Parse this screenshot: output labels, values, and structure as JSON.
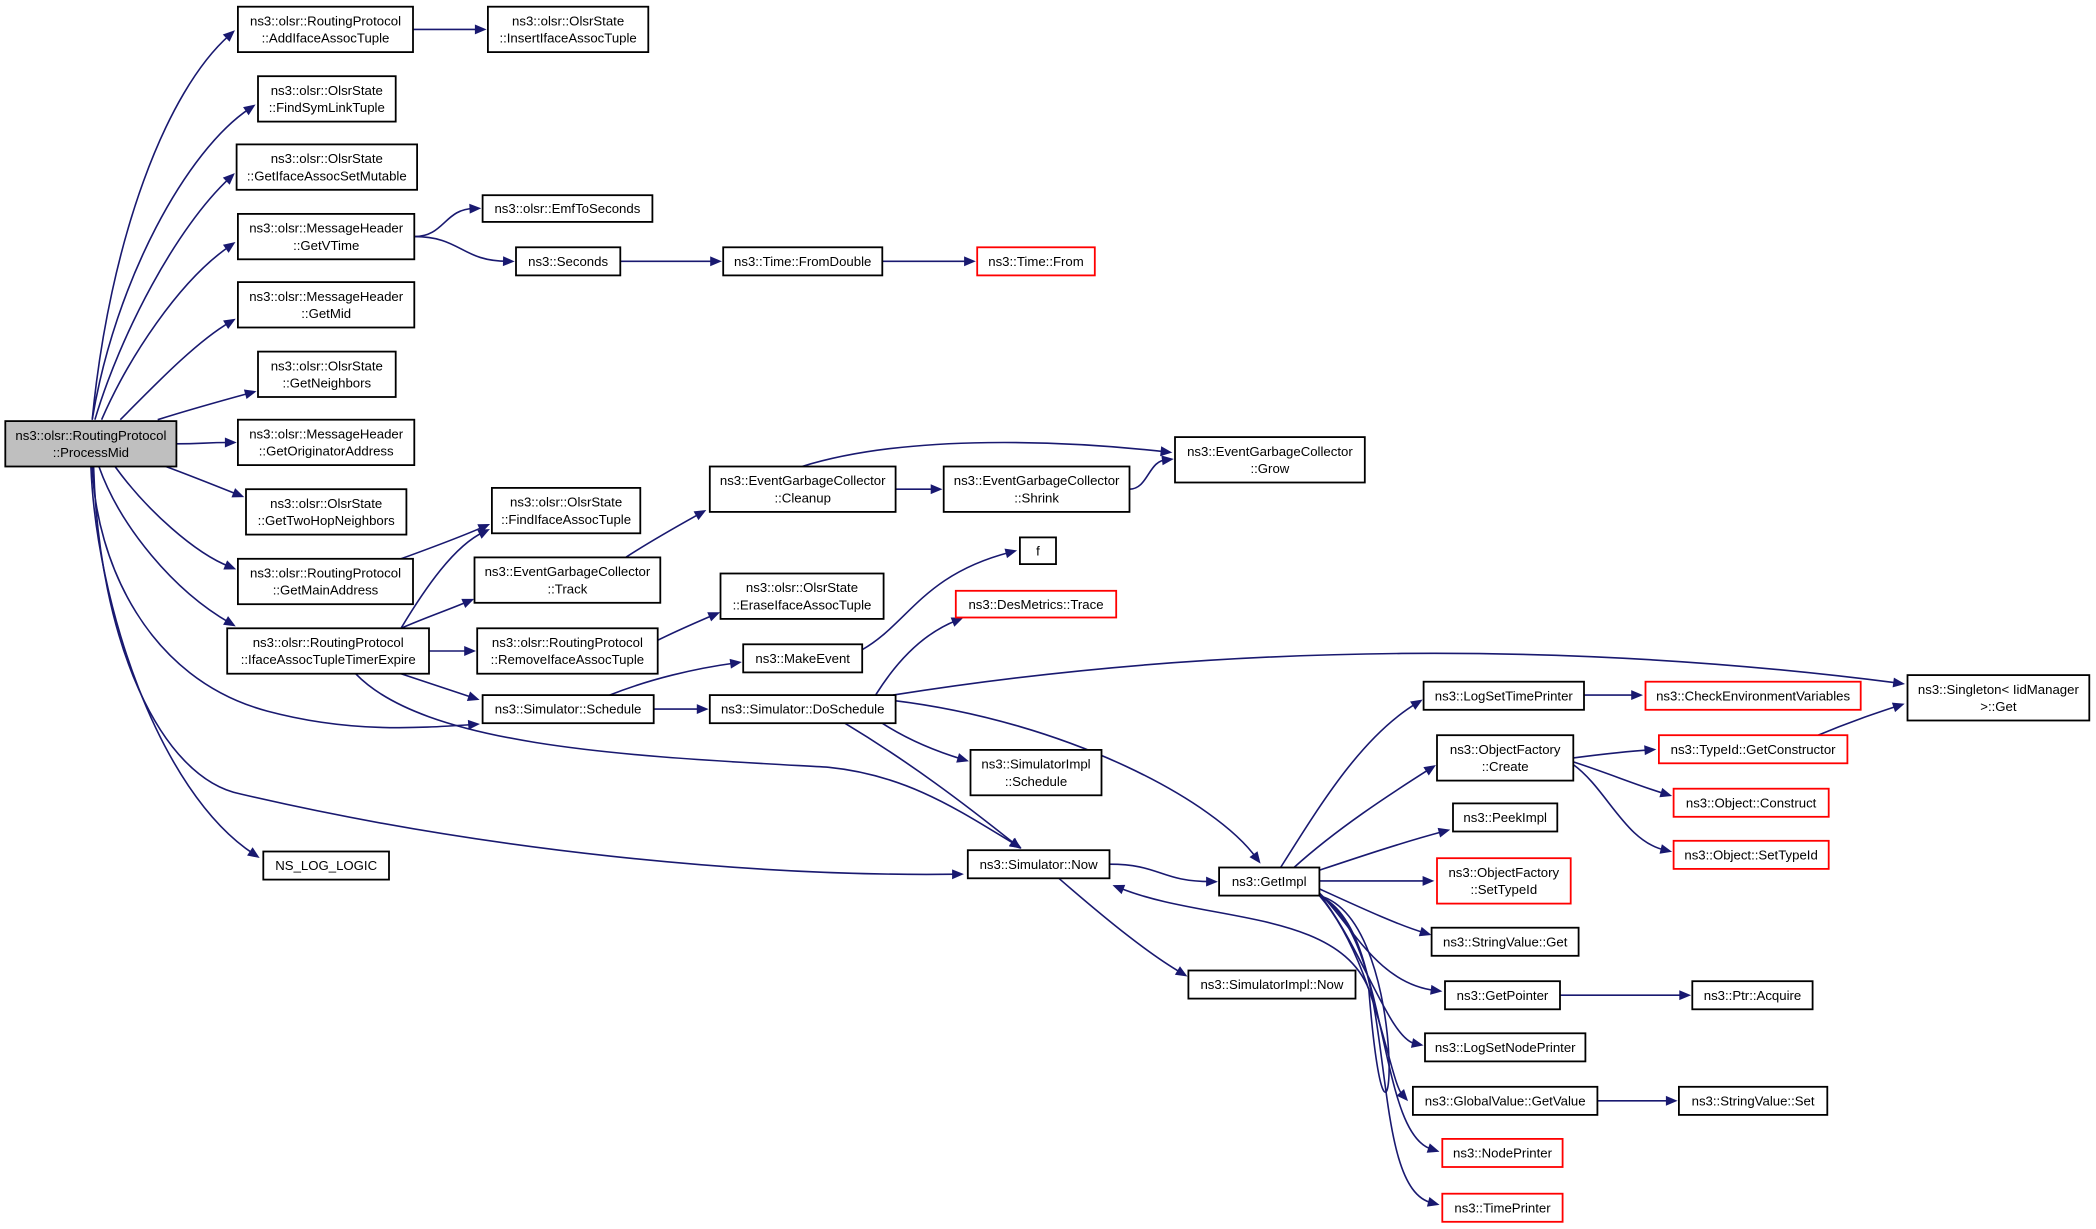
{
  "graph": {
    "colors": {
      "edge": "#191970",
      "root_fill": "#bfbfbf",
      "node_border": "#000000",
      "truncated_border": "#ff0000",
      "node_fill": "#ffffff",
      "text": "#000000"
    },
    "root": "ProcessMid",
    "nodes": [
      {
        "id": "ProcessMid",
        "lines": [
          "ns3::olsr::RoutingProtocol",
          "::ProcessMid"
        ],
        "root": true
      },
      {
        "id": "AddIfaceAssocTuple",
        "lines": [
          "ns3::olsr::RoutingProtocol",
          "::AddIfaceAssocTuple"
        ]
      },
      {
        "id": "InsertIfaceAssocTuple",
        "lines": [
          "ns3::olsr::OlsrState",
          "::InsertIfaceAssocTuple"
        ]
      },
      {
        "id": "FindSymLinkTuple",
        "lines": [
          "ns3::olsr::OlsrState",
          "::FindSymLinkTuple"
        ]
      },
      {
        "id": "GetIfaceAssocSetMutable",
        "lines": [
          "ns3::olsr::OlsrState",
          "::GetIfaceAssocSetMutable"
        ]
      },
      {
        "id": "GetVTime",
        "lines": [
          "ns3::olsr::MessageHeader",
          "::GetVTime"
        ]
      },
      {
        "id": "EmfToSeconds",
        "lines": [
          "ns3::olsr::EmfToSeconds"
        ]
      },
      {
        "id": "Seconds",
        "lines": [
          "ns3::Seconds"
        ]
      },
      {
        "id": "FromDouble",
        "lines": [
          "ns3::Time::FromDouble"
        ]
      },
      {
        "id": "TimeFrom",
        "lines": [
          "ns3::Time::From"
        ],
        "truncated": true
      },
      {
        "id": "GetMid",
        "lines": [
          "ns3::olsr::MessageHeader",
          "::GetMid"
        ]
      },
      {
        "id": "GetNeighbors",
        "lines": [
          "ns3::olsr::OlsrState",
          "::GetNeighbors"
        ]
      },
      {
        "id": "GetOriginatorAddress",
        "lines": [
          "ns3::olsr::MessageHeader",
          "::GetOriginatorAddress"
        ]
      },
      {
        "id": "GetTwoHopNeighbors",
        "lines": [
          "ns3::olsr::OlsrState",
          "::GetTwoHopNeighbors"
        ]
      },
      {
        "id": "GetMainAddress",
        "lines": [
          "ns3::olsr::RoutingProtocol",
          "::GetMainAddress"
        ]
      },
      {
        "id": "FindIfaceAssocTuple",
        "lines": [
          "ns3::olsr::OlsrState",
          "::FindIfaceAssocTuple"
        ]
      },
      {
        "id": "Track",
        "lines": [
          "ns3::EventGarbageCollector",
          "::Track"
        ]
      },
      {
        "id": "Cleanup",
        "lines": [
          "ns3::EventGarbageCollector",
          "::Cleanup"
        ]
      },
      {
        "id": "Shrink",
        "lines": [
          "ns3::EventGarbageCollector",
          "::Shrink"
        ]
      },
      {
        "id": "Grow",
        "lines": [
          "ns3::EventGarbageCollector",
          "::Grow"
        ]
      },
      {
        "id": "EraseIfaceAssocTuple",
        "lines": [
          "ns3::olsr::OlsrState",
          "::EraseIfaceAssocTuple"
        ]
      },
      {
        "id": "f",
        "lines": [
          "f"
        ]
      },
      {
        "id": "DesMetricsTrace",
        "lines": [
          "ns3::DesMetrics::Trace"
        ],
        "truncated": true
      },
      {
        "id": "IfaceAssocTupleTimerExpire",
        "lines": [
          "ns3::olsr::RoutingProtocol",
          "::IfaceAssocTupleTimerExpire"
        ]
      },
      {
        "id": "RemoveIfaceAssocTuple",
        "lines": [
          "ns3::olsr::RoutingProtocol",
          "::RemoveIfaceAssocTuple"
        ]
      },
      {
        "id": "MakeEvent",
        "lines": [
          "ns3::MakeEvent"
        ]
      },
      {
        "id": "SimSchedule",
        "lines": [
          "ns3::Simulator::Schedule"
        ]
      },
      {
        "id": "DoSchedule",
        "lines": [
          "ns3::Simulator::DoSchedule"
        ]
      },
      {
        "id": "SingletonGet",
        "lines": [
          "ns3::Singleton< IidManager",
          ">::Get"
        ]
      },
      {
        "id": "LogSetTimePrinter",
        "lines": [
          "ns3::LogSetTimePrinter"
        ]
      },
      {
        "id": "CheckEnvVars",
        "lines": [
          "ns3::CheckEnvironmentVariables"
        ],
        "truncated": true
      },
      {
        "id": "ObjectFactoryCreate",
        "lines": [
          "ns3::ObjectFactory",
          "::Create"
        ]
      },
      {
        "id": "GetConstructor",
        "lines": [
          "ns3::TypeId::GetConstructor"
        ],
        "truncated": true
      },
      {
        "id": "ObjectConstruct",
        "lines": [
          "ns3::Object::Construct"
        ],
        "truncated": true
      },
      {
        "id": "ObjectSetTypeId",
        "lines": [
          "ns3::Object::SetTypeId"
        ],
        "truncated": true
      },
      {
        "id": "SimImplSchedule",
        "lines": [
          "ns3::SimulatorImpl",
          "::Schedule"
        ]
      },
      {
        "id": "PeekImpl",
        "lines": [
          "ns3::PeekImpl"
        ]
      },
      {
        "id": "NS_LOG_LOGIC",
        "lines": [
          "NS_LOG_LOGIC"
        ]
      },
      {
        "id": "SimNow",
        "lines": [
          "ns3::Simulator::Now"
        ]
      },
      {
        "id": "GetImpl",
        "lines": [
          "ns3::GetImpl"
        ]
      },
      {
        "id": "OFSetTypeId",
        "lines": [
          "ns3::ObjectFactory",
          "::SetTypeId"
        ],
        "truncated": true
      },
      {
        "id": "StringValueGet",
        "lines": [
          "ns3::StringValue::Get"
        ]
      },
      {
        "id": "SimImplNow",
        "lines": [
          "ns3::SimulatorImpl::Now"
        ]
      },
      {
        "id": "GetPointer",
        "lines": [
          "ns3::GetPointer"
        ]
      },
      {
        "id": "PtrAcquire",
        "lines": [
          "ns3::Ptr::Acquire"
        ]
      },
      {
        "id": "LogSetNodePrinter",
        "lines": [
          "ns3::LogSetNodePrinter"
        ]
      },
      {
        "id": "GlobalValueGetValue",
        "lines": [
          "ns3::GlobalValue::GetValue"
        ]
      },
      {
        "id": "StringValueSet",
        "lines": [
          "ns3::StringValue::Set"
        ]
      },
      {
        "id": "NodePrinter",
        "lines": [
          "ns3::NodePrinter"
        ],
        "truncated": true
      },
      {
        "id": "TimePrinter",
        "lines": [
          "ns3::TimePrinter"
        ],
        "truncated": true
      }
    ],
    "edges": [
      [
        "ProcessMid",
        "AddIfaceAssocTuple"
      ],
      [
        "ProcessMid",
        "FindSymLinkTuple"
      ],
      [
        "ProcessMid",
        "GetIfaceAssocSetMutable"
      ],
      [
        "ProcessMid",
        "GetVTime"
      ],
      [
        "ProcessMid",
        "GetMid"
      ],
      [
        "ProcessMid",
        "GetNeighbors"
      ],
      [
        "ProcessMid",
        "GetOriginatorAddress"
      ],
      [
        "ProcessMid",
        "GetTwoHopNeighbors"
      ],
      [
        "ProcessMid",
        "GetMainAddress"
      ],
      [
        "ProcessMid",
        "IfaceAssocTupleTimerExpire"
      ],
      [
        "ProcessMid",
        "SimSchedule"
      ],
      [
        "ProcessMid",
        "NS_LOG_LOGIC"
      ],
      [
        "ProcessMid",
        "SimNow"
      ],
      [
        "AddIfaceAssocTuple",
        "InsertIfaceAssocTuple"
      ],
      [
        "GetVTime",
        "EmfToSeconds"
      ],
      [
        "GetVTime",
        "Seconds"
      ],
      [
        "Seconds",
        "FromDouble"
      ],
      [
        "FromDouble",
        "TimeFrom"
      ],
      [
        "GetMainAddress",
        "FindIfaceAssocTuple"
      ],
      [
        "IfaceAssocTupleTimerExpire",
        "FindIfaceAssocTuple"
      ],
      [
        "IfaceAssocTupleTimerExpire",
        "Track"
      ],
      [
        "IfaceAssocTupleTimerExpire",
        "RemoveIfaceAssocTuple"
      ],
      [
        "IfaceAssocTupleTimerExpire",
        "SimSchedule"
      ],
      [
        "IfaceAssocTupleTimerExpire",
        "SimNow"
      ],
      [
        "Track",
        "Cleanup"
      ],
      [
        "Cleanup",
        "Grow"
      ],
      [
        "Cleanup",
        "Shrink"
      ],
      [
        "Shrink",
        "Grow"
      ],
      [
        "RemoveIfaceAssocTuple",
        "EraseIfaceAssocTuple"
      ],
      [
        "SimSchedule",
        "MakeEvent"
      ],
      [
        "SimSchedule",
        "DoSchedule"
      ],
      [
        "MakeEvent",
        "f"
      ],
      [
        "DoSchedule",
        "DesMetricsTrace"
      ],
      [
        "DoSchedule",
        "SingletonGet"
      ],
      [
        "DoSchedule",
        "SimImplSchedule"
      ],
      [
        "DoSchedule",
        "SimNow"
      ],
      [
        "DoSchedule",
        "GetImpl"
      ],
      [
        "SimNow",
        "GetImpl"
      ],
      [
        "SimNow",
        "SimImplNow"
      ],
      [
        "GetImpl",
        "LogSetTimePrinter"
      ],
      [
        "GetImpl",
        "ObjectFactoryCreate"
      ],
      [
        "GetImpl",
        "PeekImpl"
      ],
      [
        "GetImpl",
        "OFSetTypeId"
      ],
      [
        "GetImpl",
        "StringValueGet"
      ],
      [
        "GetImpl",
        "GetPointer"
      ],
      [
        "GetImpl",
        "LogSetNodePrinter"
      ],
      [
        "GetImpl",
        "GlobalValueGetValue"
      ],
      [
        "GetImpl",
        "NodePrinter"
      ],
      [
        "GetImpl",
        "TimePrinter"
      ],
      [
        "GetImpl",
        "SimNow"
      ],
      [
        "LogSetTimePrinter",
        "CheckEnvVars"
      ],
      [
        "ObjectFactoryCreate",
        "GetConstructor"
      ],
      [
        "ObjectFactoryCreate",
        "ObjectConstruct"
      ],
      [
        "ObjectFactoryCreate",
        "ObjectSetTypeId"
      ],
      [
        "GetConstructor",
        "SingletonGet"
      ],
      [
        "GetPointer",
        "PtrAcquire"
      ],
      [
        "GlobalValueGetValue",
        "StringValueSet"
      ]
    ]
  }
}
